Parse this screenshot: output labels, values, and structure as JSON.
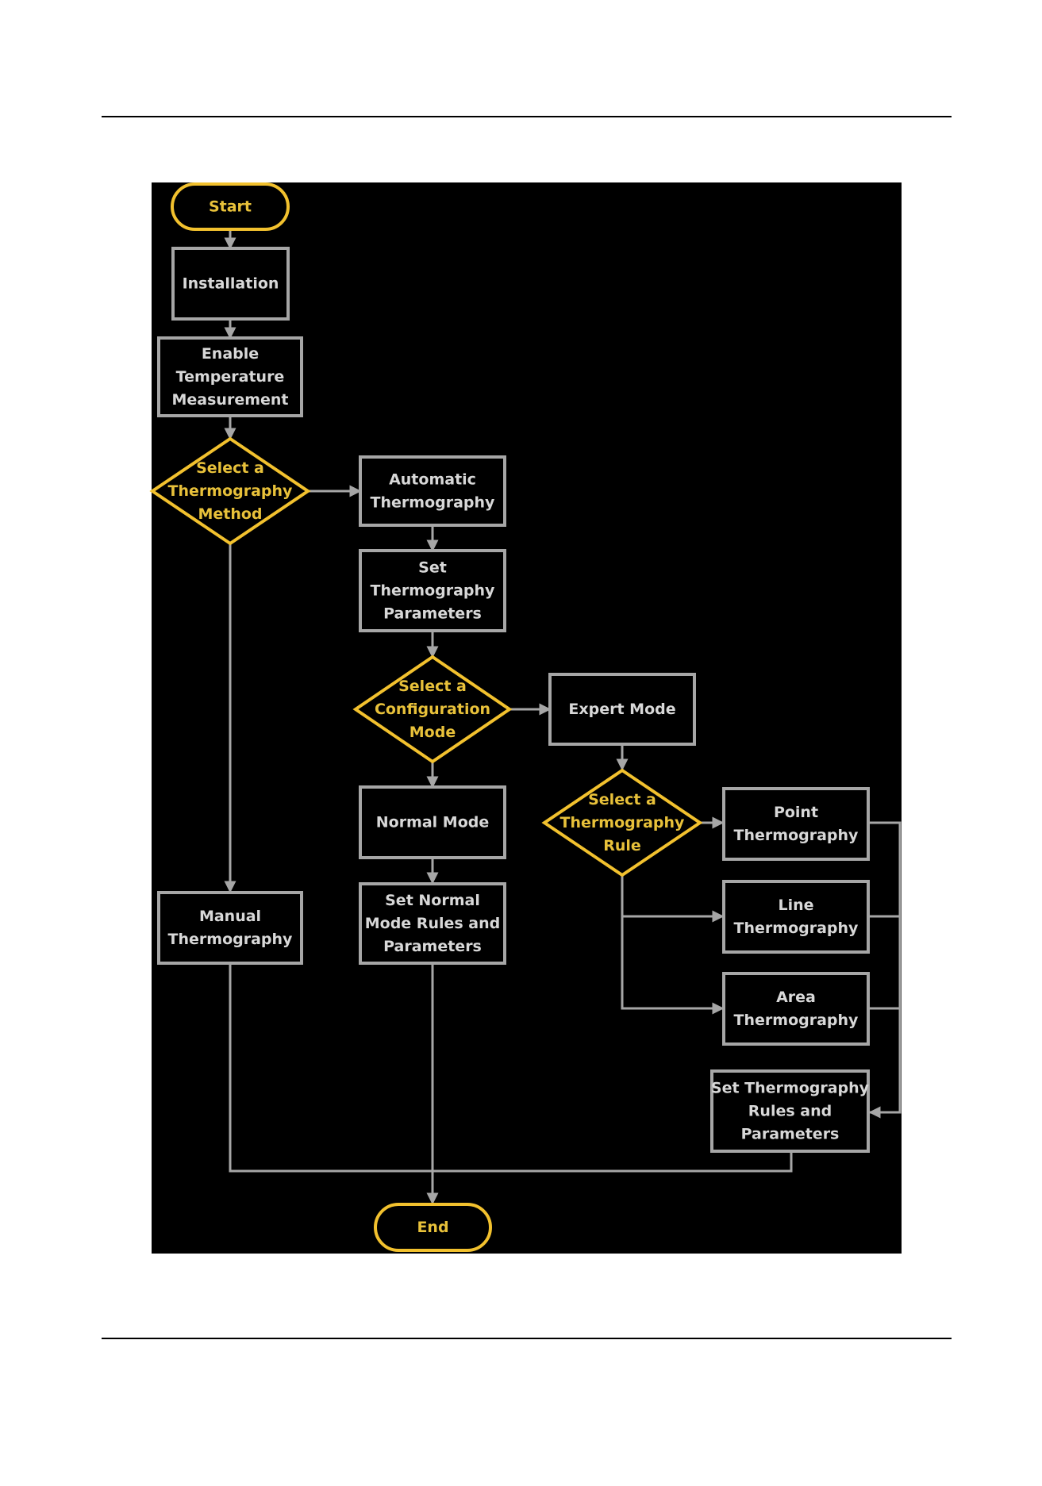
{
  "colors": {
    "background": "#000000",
    "box_stroke": "#a6a6a6",
    "connector": "#a6a6a6",
    "terminal_stroke": "#f2c12e",
    "decision_stroke": "#f2c12e",
    "text": "#d8d8d8",
    "accent_text": "#e8c13a"
  },
  "diagram": {
    "start": "Start",
    "installation": "Installation",
    "enable_measurement": [
      "Enable",
      "Temperature",
      "Measurement"
    ],
    "select_method": [
      "Select a",
      "Thermography",
      "Method"
    ],
    "automatic": [
      "Automatic",
      "Thermography"
    ],
    "set_params": [
      "Set",
      "Thermography",
      "Parameters"
    ],
    "select_config_mode": [
      "Select a",
      "Configuration",
      "Mode"
    ],
    "expert_mode": "Expert Mode",
    "normal_mode": "Normal Mode",
    "select_rule": [
      "Select a",
      "Thermography",
      "Rule"
    ],
    "point": [
      "Point",
      "Thermography"
    ],
    "line": [
      "Line",
      "Thermography"
    ],
    "area": [
      "Area",
      "Thermography"
    ],
    "manual": [
      "Manual",
      "Thermography"
    ],
    "set_normal_rules": [
      "Set Normal",
      "Mode Rules and",
      "Parameters"
    ],
    "set_rules": [
      "Set Thermography",
      "Rules and",
      "Parameters"
    ],
    "end": "End"
  }
}
